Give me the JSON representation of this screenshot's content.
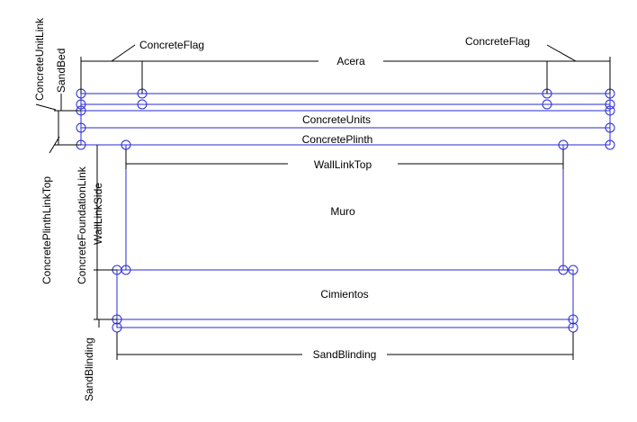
{
  "diagram": {
    "labels": {
      "concrete_flag_left": "ConcreteFlag",
      "concrete_flag_right": "ConcreteFlag",
      "acera": "Acera",
      "concrete_units": "ConcreteUnits",
      "concrete_plinth": "ConcretePlinth",
      "wall_link_top": "WallLinkTop",
      "muro": "Muro",
      "cimientos": "Cimientos",
      "sand_blinding_dim": "SandBlinding",
      "concrete_unit_link": "ConcreteUnitLink",
      "sand_bed": "SandBed",
      "concrete_plinth_link_top": "ConcretePlinthLinkTop",
      "concrete_foundation_link": "ConcreteFoundationLink",
      "wall_link_side": "WallLinkSide",
      "sand_blinding_side": "SandBlinding"
    },
    "colors": {
      "geometry": "#2a2ad6",
      "dimension": "#000000",
      "background": "#ffffff"
    }
  }
}
